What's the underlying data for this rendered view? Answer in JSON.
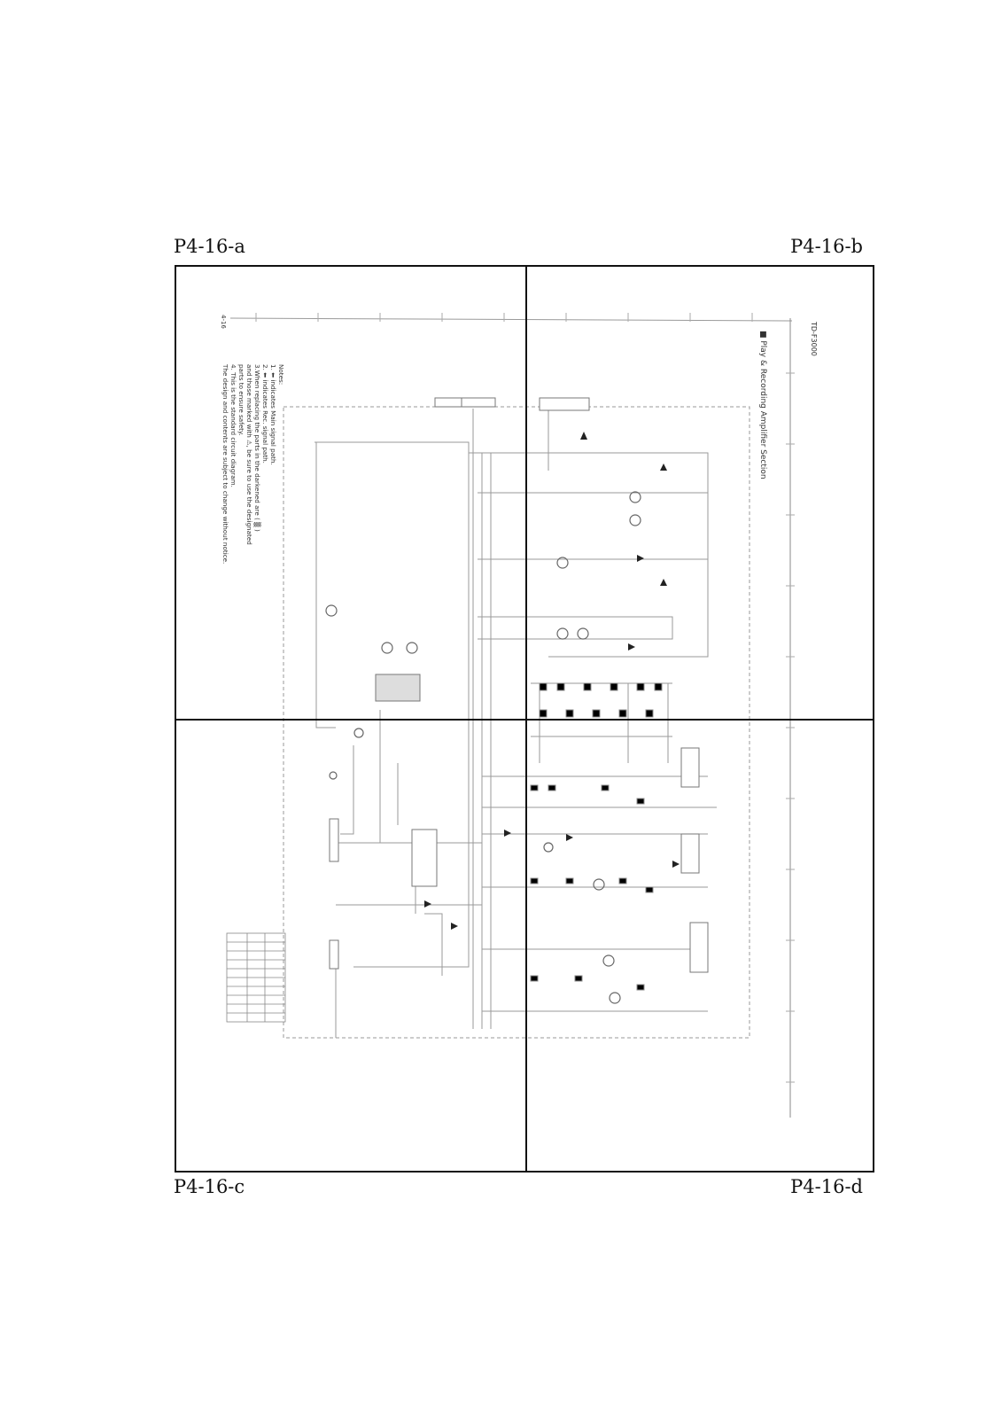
{
  "quadrants": {
    "top_left": "P4-16-a",
    "top_right": "P4-16-b",
    "bottom_left": "P4-16-c",
    "bottom_right": "P4-16-d"
  },
  "schematic": {
    "model": "TD-F3000",
    "section_title": "■ Play & Recording Amplifier Section",
    "page_ref": "4-16",
    "notes": [
      "Notes:",
      "1. ⬅ indicates Main signal path.",
      "2. ⬅ indicates Rec. signal path.",
      "3.When replacing the parts in the darkened are ( ▒ )",
      "   and those marked with ⚠, be sure to use the designated",
      "   parts to ensure safety.",
      "4. This is the standard circuit diagram.",
      "   The design and contents are subject to change without notice."
    ]
  },
  "colors": {
    "line": "#111111",
    "trace": "#8a8a8a",
    "faint": "#b5b5b5"
  }
}
